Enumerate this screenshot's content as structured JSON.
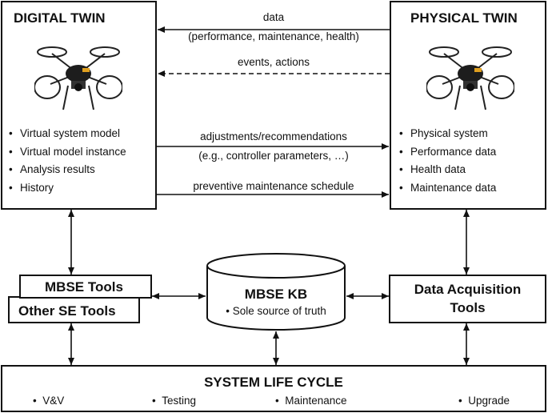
{
  "digital_twin": {
    "title": "DIGITAL TWIN",
    "items": [
      "Virtual system model",
      "Virtual model instance",
      "Analysis results",
      "History"
    ]
  },
  "physical_twin": {
    "title": "PHYSICAL TWIN",
    "items": [
      "Physical system",
      "Performance data",
      "Health data",
      "Maintenance data"
    ]
  },
  "flows": {
    "data_line1": "data",
    "data_line2": "(performance, maintenance, health)",
    "events": "events, actions",
    "adjust_line1": "adjustments/recommendations",
    "adjust_line2": "(e.g.,  controller parameters, …)",
    "preventive": "preventive maintenance schedule"
  },
  "tools": {
    "mbse_tools": "MBSE Tools",
    "other_se_tools": "Other SE Tools",
    "mbse_kb_title": "MBSE KB",
    "mbse_kb_item": "Sole source of truth",
    "data_acq_line1": "Data Acquisition",
    "data_acq_line2": "Tools"
  },
  "lifecycle": {
    "title": "SYSTEM LIFE CYCLE",
    "items": [
      "V&V",
      "Testing",
      "Maintenance",
      "Upgrade"
    ]
  },
  "icons": {
    "drone": "drone-icon"
  }
}
